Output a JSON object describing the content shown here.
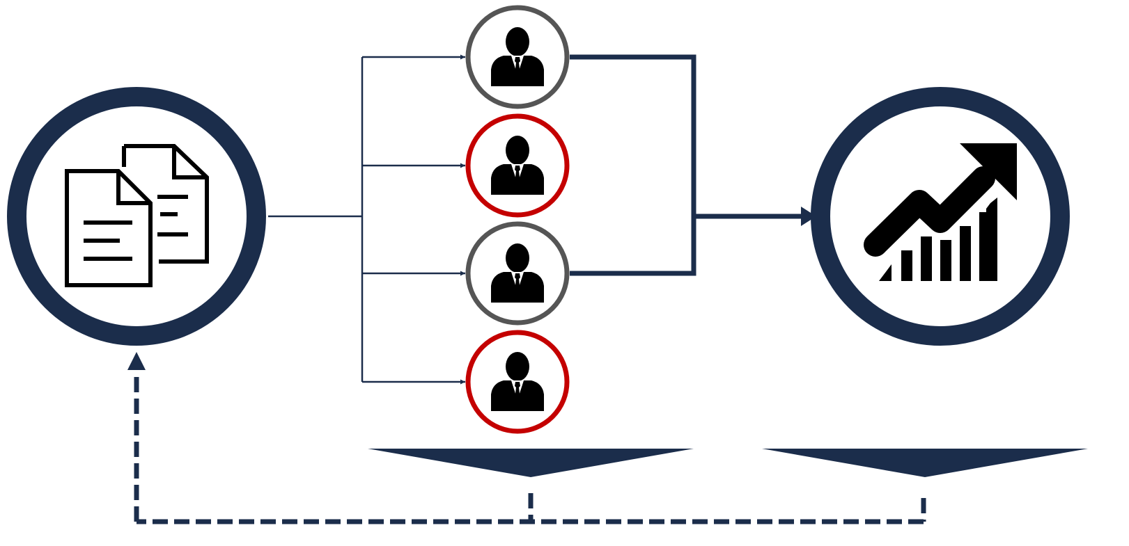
{
  "diagram": {
    "nodes": [
      {
        "id": "documents",
        "icon": "documents-icon",
        "ring": "navy"
      },
      {
        "id": "person-1",
        "icon": "businessman-icon",
        "ring": "gray"
      },
      {
        "id": "person-2",
        "icon": "businessman-icon",
        "ring": "red"
      },
      {
        "id": "person-3",
        "icon": "businessman-icon",
        "ring": "gray"
      },
      {
        "id": "person-4",
        "icon": "businessman-icon",
        "ring": "red"
      },
      {
        "id": "growth-chart",
        "icon": "growth-chart-icon",
        "ring": "navy"
      }
    ],
    "edges": [
      {
        "from": "documents",
        "to": "person-1",
        "style": "solid-thin"
      },
      {
        "from": "documents",
        "to": "person-2",
        "style": "solid-thin"
      },
      {
        "from": "documents",
        "to": "person-3",
        "style": "solid-thin"
      },
      {
        "from": "documents",
        "to": "person-4",
        "style": "solid-thin"
      },
      {
        "from": "person-1",
        "to": "growth-chart",
        "style": "solid-thick"
      },
      {
        "from": "person-3",
        "to": "growth-chart",
        "style": "solid-thick"
      },
      {
        "from": "chevron-left",
        "to": "documents",
        "style": "dashed"
      },
      {
        "from": "chevron-right",
        "to": "documents",
        "style": "dashed"
      }
    ],
    "chevrons": [
      {
        "id": "chevron-left",
        "under": "people-column"
      },
      {
        "id": "chevron-right",
        "under": "growth-chart"
      }
    ]
  },
  "colors": {
    "navy": "#1b2d4b",
    "gray": "#555555",
    "red": "#c40000",
    "icon": "#000000",
    "background": "#ffffff"
  }
}
